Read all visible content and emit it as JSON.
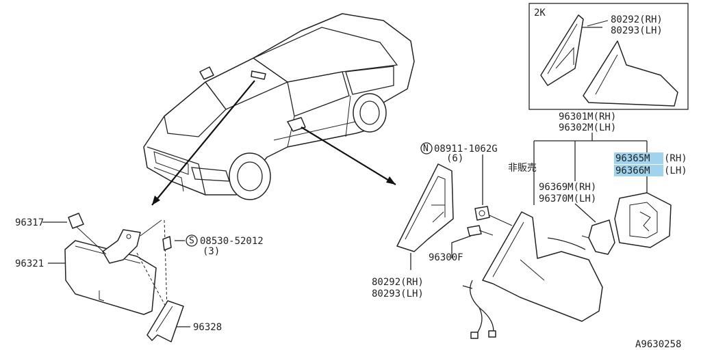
{
  "labels": {
    "inset_view": "2K",
    "inset_part_rh": "80292(RH)",
    "inset_part_lh": "80293(LH)",
    "mirror_rh": "96301M(RH)",
    "mirror_lh": "96302M(LH)",
    "glass_rh": "96365M",
    "glass_rh_suffix": "(RH)",
    "glass_lh": "96366M",
    "glass_lh_suffix": "(LH)",
    "actuator_rh": "96369M(RH)",
    "actuator_lh": "96370M(LH)",
    "not_for_sale": "非販売",
    "nut_code": "08911-1062G",
    "nut_badge": "N",
    "nut_qty": "(6)",
    "grommet": "96300F",
    "cover_rh": "80292(RH)",
    "cover_lh": "80293(LH)",
    "cap": "96317",
    "inner_mirror": "96321",
    "screw_badge": "S",
    "screw_code": "08530-52012",
    "screw_qty": "(3)",
    "bracket": "96328",
    "diagram_id": "A9630258"
  },
  "colors": {
    "highlight": "#9fd3ee",
    "line": "#222222"
  }
}
